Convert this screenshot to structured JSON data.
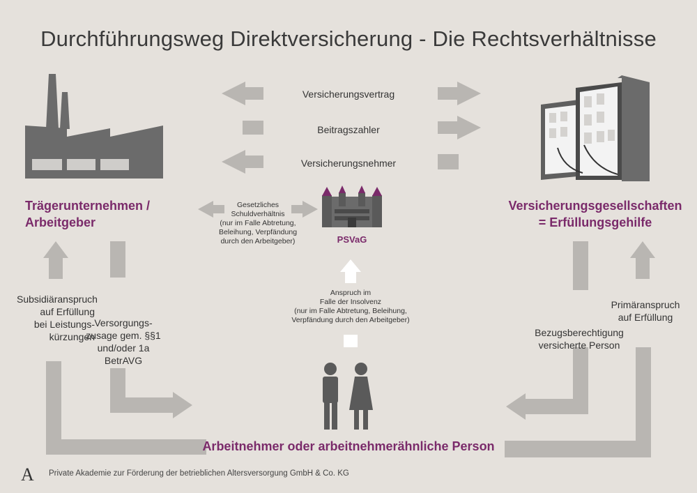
{
  "title": "Durchführungsweg Direktversicherung - Die Rechtsverhältnisse",
  "relations": {
    "versicherungsvertrag": "Versicherungsvertrag",
    "beitragszahler": "Beitragszahler",
    "versicherungsnehmer": "Versicherungsnehmer"
  },
  "employer": {
    "line1": "Trägerunternehmen /",
    "line2": "Arbeitgeber"
  },
  "insurer": {
    "line1": "Versicherungsgesellschaften",
    "line2": "= Erfüllungsgehilfe"
  },
  "employee": "Arbeitnehmer oder arbeitnehmerähnliche Person",
  "psvag": {
    "label": "PSVaG",
    "schuld": [
      "Gesetzliches",
      "Schuldverhältnis",
      "(nur im Falle Abtretung,",
      "Beleihung, Verpfändung",
      "durch den Arbeitgeber)"
    ],
    "anspruch": [
      "Anspruch im",
      "Falle der Insolvenz",
      "(nur im Falle Abtretung, Beleihung,",
      "Verpfändung durch den Arbeitgeber)"
    ]
  },
  "left_claims": {
    "subsidiaer": [
      "Subsidiäranspruch",
      "auf Erfüllung",
      "bei Leistungs-",
      "kürzungen"
    ],
    "versorgung": [
      "Versorgungs-",
      "zusage gem. §§1",
      "und/oder 1a BetrAVG"
    ]
  },
  "right_claims": {
    "primaer": [
      "Primäranspruch",
      "auf Erfüllung"
    ],
    "bezug": [
      "Bezugsberechtigung",
      "versicherte Person"
    ]
  },
  "footer": {
    "logo": "A",
    "text": "Private Akademie zur Förderung der betrieblichen Altersversorgung GmbH & Co. KG"
  },
  "colors": {
    "background": "#e5e1dc",
    "arrow": "#b9b6b2",
    "purple": "#7a2a6a",
    "dark_gray": "#6b6b6b",
    "white": "#ffffff"
  }
}
